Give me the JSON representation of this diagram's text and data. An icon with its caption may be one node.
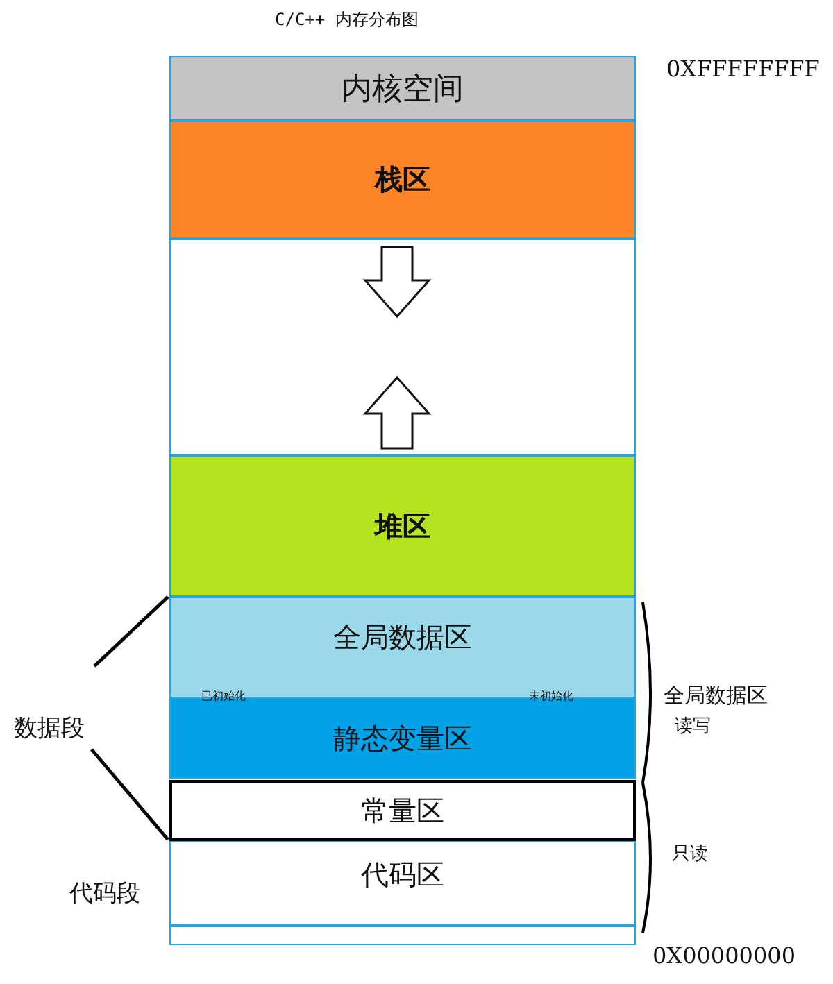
{
  "diagram": {
    "title": "C/C++ 内存分布图",
    "nodes": [
      {
        "text": [
          "内核空间"
        ]
      },
      {
        "text": [
          "栈区"
        ]
      },
      {
        "text": [],
        "shape": "box"
      },
      {
        "text": [
          "堆区"
        ]
      },
      {
        "text": [
          "全局数据区"
        ]
      },
      {
        "text": [
          "静态变量区"
        ]
      },
      {
        "text": [
          "常量区"
        ]
      },
      {
        "text": [
          "代码区"
        ]
      },
      {
        "text": [],
        "shape": "box"
      }
    ],
    "labels": [
      "0XFFFFFFFF",
      "已初始化",
      "未初始化",
      "数据段",
      "全局数据区",
      "读写",
      "只读",
      "代码段",
      "0X00000000"
    ]
  }
}
